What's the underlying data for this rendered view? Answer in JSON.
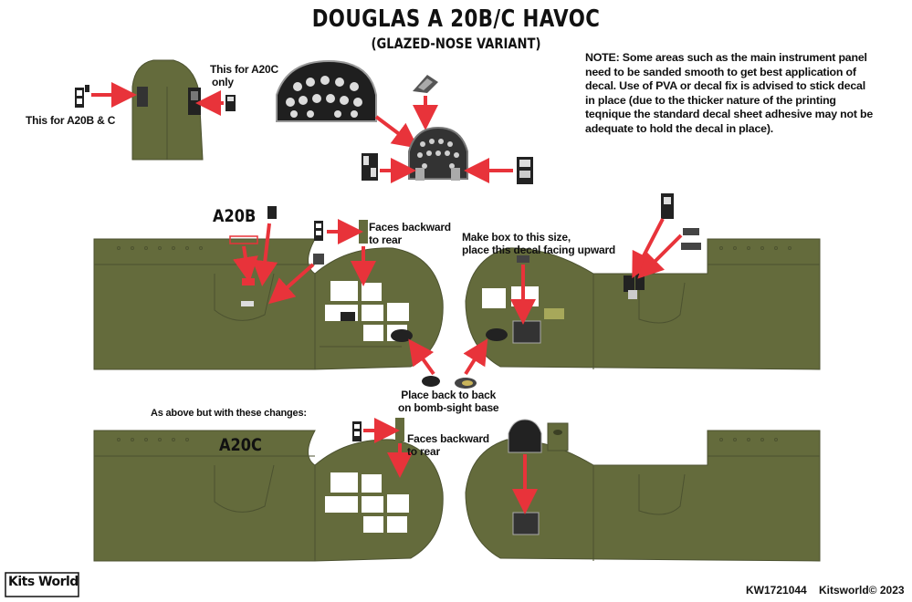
{
  "header": {
    "title": "DOUGLAS A 20B/C HAVOC",
    "subtitle": "(GLAZED-NOSE VARIANT)"
  },
  "note": "NOTE: Some areas such as the main instrument panel need to be sanded smooth to get best application of decal. Use of PVA or decal fix is advised to stick decal in place (due to the thicker nature of the printing teqnique the standard decal sheet adhesive may not be adequate to hold the decal in place).",
  "labels": {
    "a20c_only_line1": "This for A20C",
    "a20c_only_line2": "only",
    "a20b_c": "This for A20B & C",
    "a20b": "A20B",
    "faces_backward_1_line1": "Faces backward",
    "faces_backward_1_line2": "to rear",
    "make_box_line1": "Make box to this size,",
    "make_box_line2": "place this decal facing upward",
    "back_to_back_line1": "Place back to back",
    "back_to_back_line2": "on  bomb-sight base",
    "as_above": "As above but with these changes:",
    "a20c": "A20C",
    "faces_backward_2_line1": "Faces backward",
    "faces_backward_2_line2": "to rear"
  },
  "footer": {
    "code": "KW1721044",
    "brand": "Kitsworld© 2023",
    "logo_text": "Kits World"
  },
  "colors": {
    "olive": "#646b3c",
    "olive_dark": "#4c5230",
    "arrow": "#e8333a",
    "panel_dark": "#2b2b2b"
  }
}
